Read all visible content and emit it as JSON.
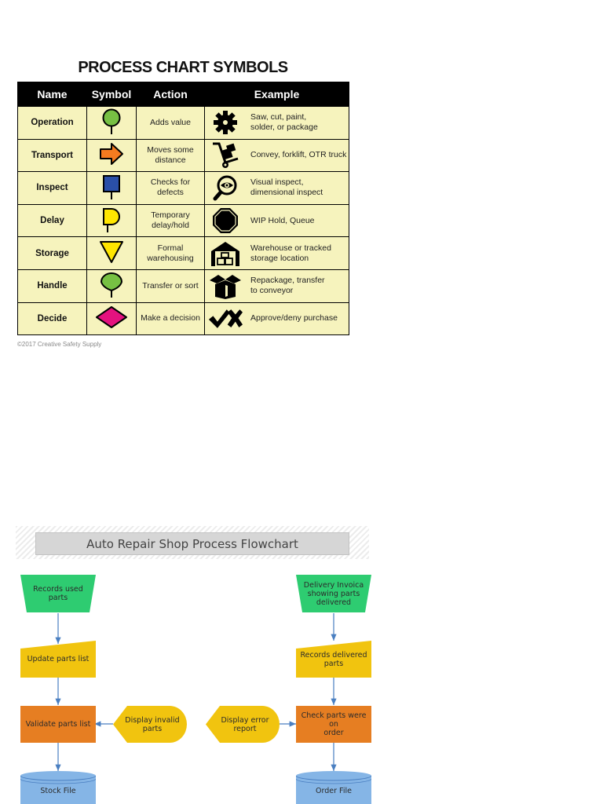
{
  "symbols_chart": {
    "title": "PROCESS CHART SYMBOLS",
    "headers": [
      "Name",
      "Symbol",
      "Action",
      "Example"
    ],
    "rows": [
      {
        "name": "Operation",
        "symbol": "green-circle-icon",
        "action": "Adds value",
        "example_icon": "gear-icon",
        "example": "Saw, cut, paint,\nsolder, or package"
      },
      {
        "name": "Transport",
        "symbol": "orange-arrow-icon",
        "action": "Moves some\ndistance",
        "example_icon": "hand-truck-icon",
        "example": "Convey, forklift, OTR truck"
      },
      {
        "name": "Inspect",
        "symbol": "blue-square-icon",
        "action": "Checks for\ndefects",
        "example_icon": "magnifier-eye-icon",
        "example": "Visual inspect,\ndimensional inspect"
      },
      {
        "name": "Delay",
        "symbol": "yellow-d-shape-icon",
        "action": "Temporary\ndelay/hold",
        "example_icon": "stop-sign-icon",
        "example": "WIP Hold, Queue"
      },
      {
        "name": "Storage",
        "symbol": "yellow-triangle-icon",
        "action": "Formal\nwarehousing",
        "example_icon": "warehouse-icon",
        "example": "Warehouse or tracked\nstorage location"
      },
      {
        "name": "Handle",
        "symbol": "green-teardrop-icon",
        "action": "Transfer or sort",
        "example_icon": "open-box-icon",
        "example": "Repackage, transfer\nto conveyor"
      },
      {
        "name": "Decide",
        "symbol": "pink-diamond-icon",
        "action": "Make a decision",
        "example_icon": "check-x-icon",
        "example": "Approve/deny purchase"
      }
    ],
    "colors": {
      "operation": "#77c043",
      "transport": "#f47b20",
      "inspect": "#2a4fa8",
      "delay": "#ffe600",
      "storage": "#ffe600",
      "handle": "#77c043",
      "decide": "#e4127f",
      "cell_bg": "#f6f3bd"
    },
    "copyright": "©2017 Creative Safety Supply"
  },
  "flowchart": {
    "title": "Auto Repair Shop Process Flowchart",
    "nodes": {
      "records_used": "Records used parts",
      "update_parts": "Update parts list",
      "validate_parts": "Validate parts list",
      "display_invalid": "Display invalid\nparts",
      "stock_file": "Stock File",
      "delivery_invoice": "Delivery Invoica\nshowing parts\ndelivered",
      "records_delivered": "Records delivered\nparts",
      "check_parts": "Check parts were on\norder",
      "display_error": "Display error\nreport",
      "order_file": "Order File"
    },
    "colors": {
      "manual_input": "#2ecc71",
      "manual_op": "#f1c40f",
      "process": "#e67e22",
      "display": "#f1c40f",
      "database": "#85b5e6",
      "connector": "#4a7fc1"
    }
  }
}
